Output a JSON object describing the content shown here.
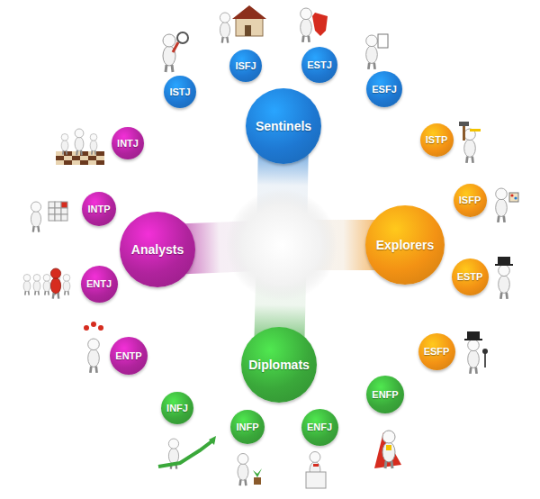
{
  "diagram": {
    "nodes": [
      {
        "text": [
          "Sentinels"
        ]
      },
      {
        "text": [
          "ISTJ"
        ]
      },
      {
        "text": [
          "ISFJ"
        ]
      },
      {
        "text": [
          "ESTJ"
        ]
      },
      {
        "text": [
          "ESFJ"
        ]
      },
      {
        "text": [
          "Explorers"
        ]
      },
      {
        "text": [
          "ISTP"
        ]
      },
      {
        "text": [
          "ISFP"
        ]
      },
      {
        "text": [
          "ESTP"
        ]
      },
      {
        "text": [
          "ESFP"
        ]
      },
      {
        "text": [
          "Diplomats"
        ]
      },
      {
        "text": [
          "INFJ"
        ]
      },
      {
        "text": [
          "INFP"
        ]
      },
      {
        "text": [
          "ENFJ"
        ]
      },
      {
        "text": [
          "ENFP"
        ]
      },
      {
        "text": [
          "Analysts"
        ]
      },
      {
        "text": [
          "INTJ"
        ]
      },
      {
        "text": [
          "INTP"
        ]
      },
      {
        "text": [
          "ENTJ"
        ]
      },
      {
        "text": [
          "ENTP"
        ]
      }
    ]
  }
}
